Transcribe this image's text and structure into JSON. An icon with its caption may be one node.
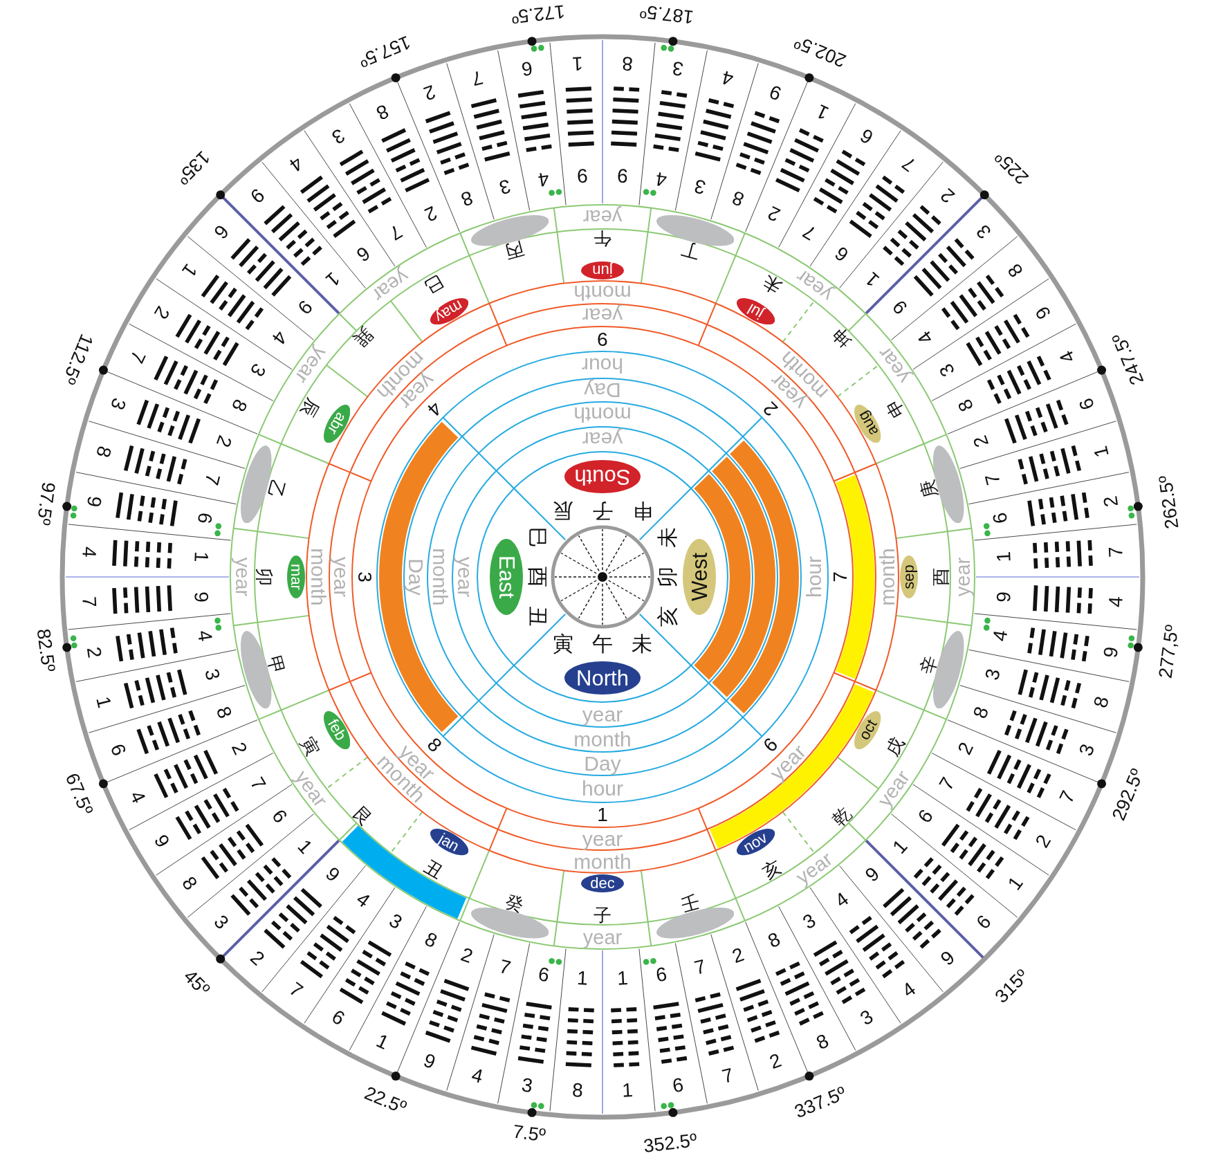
{
  "diagram": {
    "nodes": [
      {
        "text": [
          "jun"
        ]
      },
      {
        "text": [
          "may"
        ]
      },
      {
        "text": [
          "jul"
        ]
      },
      {
        "text": [
          "abr"
        ]
      },
      {
        "text": [
          "aug"
        ]
      },
      {
        "text": [
          "mar"
        ]
      },
      {
        "text": [
          "sep"
        ]
      },
      {
        "text": [
          "feb"
        ]
      },
      {
        "text": [
          "oct"
        ]
      },
      {
        "text": [
          "jan"
        ]
      },
      {
        "text": [
          "nov"
        ]
      },
      {
        "text": [
          "dec"
        ]
      },
      {
        "text": [],
        "shape": "ellipse"
      },
      {
        "text": [],
        "shape": "ellipse"
      },
      {
        "text": [],
        "shape": "ellipse"
      },
      {
        "text": [],
        "shape": "ellipse"
      },
      {
        "text": [],
        "shape": "ellipse"
      },
      {
        "text": [],
        "shape": "ellipse"
      },
      {
        "text": [],
        "shape": "ellipse"
      },
      {
        "text": [],
        "shape": "ellipse"
      },
      {
        "text": [
          "South"
        ]
      },
      {
        "text": [
          "East"
        ]
      },
      {
        "text": [
          "West"
        ]
      },
      {
        "text": [
          "North"
        ]
      }
    ],
    "labels": [
      "7.5º",
      "22.5º",
      "45º",
      "67.5º",
      "82.5º",
      "97.5º",
      "112.5º",
      "135º",
      "157.5º",
      "172.5º",
      "187.5º",
      "202.5º",
      "225º",
      "247.5º",
      "262.5º",
      "277,5º",
      "292.5º",
      "315º",
      "337.5º",
      "352.5º",
      "8",
      "1",
      "3",
      "6",
      "4",
      "7",
      "9",
      "2",
      "1",
      "8",
      "6",
      "3",
      "7",
      "4",
      "2",
      "9",
      "3",
      "1",
      "8",
      "6",
      "9",
      "7",
      "4",
      "2",
      "8",
      "6",
      "1",
      "3",
      "2",
      "4",
      "7",
      "9",
      "4",
      "1",
      "9",
      "6",
      "8",
      "7",
      "3",
      "2",
      "7",
      "8",
      "2",
      "3",
      "1",
      "4",
      "6",
      "9",
      "9",
      "1",
      "4",
      "6",
      "3",
      "7",
      "8",
      "2",
      "2",
      "8",
      "7",
      "3",
      "6",
      "4",
      "1",
      "9",
      "8",
      "9",
      "3",
      "4",
      "4",
      "3",
      "9",
      "8",
      "1",
      "2",
      "6",
      "7",
      "7",
      "6",
      "2",
      "1",
      "3",
      "9",
      "8",
      "4",
      "9",
      "3",
      "4",
      "8",
      "6",
      "2",
      "1",
      "7",
      "2",
      "6",
      "7",
      "1",
      "4",
      "9",
      "9",
      "4",
      "8",
      "3",
      "3",
      "8",
      "7",
      "2",
      "2",
      "7",
      "1",
      "6",
      "6",
      "1",
      "9",
      "9",
      "4",
      "4",
      "3",
      "3",
      "8",
      "8",
      "2",
      "2",
      "7",
      "7",
      "6",
      "6",
      "1",
      "1",
      "year",
      "year",
      "year",
      "year",
      "year",
      "year",
      "year",
      "year",
      "year",
      "year",
      "year",
      "子",
      "癸",
      "丑",
      "艮",
      "寅",
      "甲",
      "卯",
      "乙",
      "辰",
      "巽",
      "巳",
      "丙",
      "午",
      "丁",
      "未",
      "坤",
      "申",
      "庚",
      "酉",
      "辛",
      "戌",
      "乾",
      "亥",
      "壬",
      "month",
      "month",
      "month",
      "month",
      "month",
      "month",
      "month",
      "year",
      "year",
      "year",
      "year",
      "year",
      "year",
      "year",
      "1",
      "8",
      "3",
      "4",
      "9",
      "2",
      "7",
      "6",
      "hour",
      "Day",
      "month",
      "year",
      "Day",
      "month",
      "year",
      "hour",
      "year",
      "month",
      "Day",
      "hour",
      "申 子 辰",
      "巳 酉 丑",
      "亥 卯 未",
      "寅 午 未"
    ]
  }
}
